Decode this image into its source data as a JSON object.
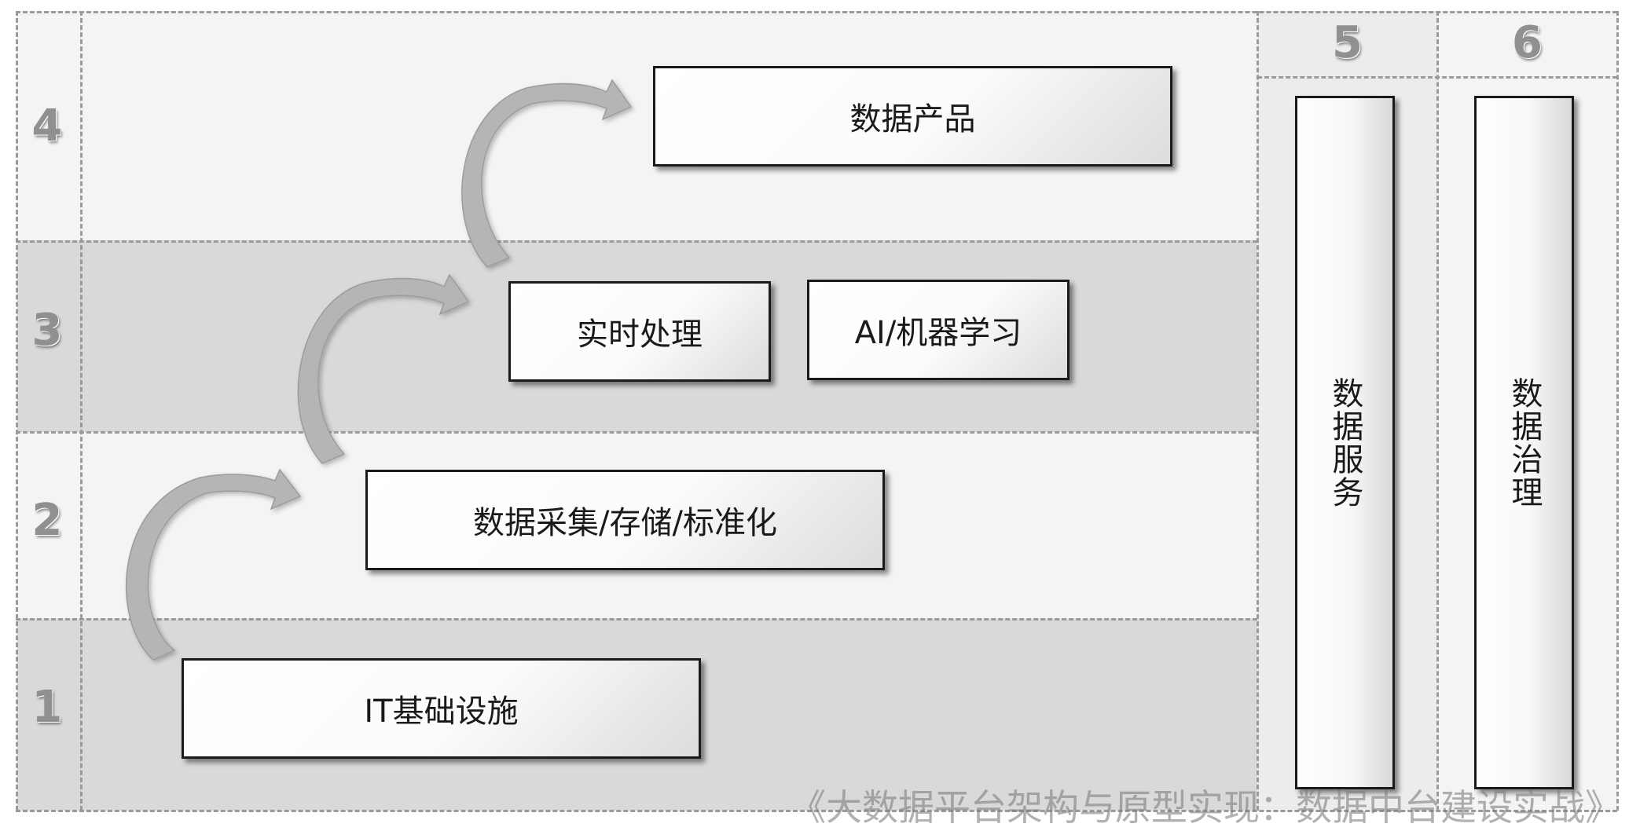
{
  "levels": [
    "1",
    "2",
    "3",
    "4"
  ],
  "columns": [
    "5",
    "6"
  ],
  "boxes": {
    "it_infrastructure": "IT基础设施",
    "data_collection": "数据采集/存储/标准化",
    "realtime_processing": "实时处理",
    "ai_ml": "AI/机器学习",
    "data_product": "数据产品",
    "data_service": "数据服务",
    "data_governance": "数据治理"
  },
  "watermark": "《大数据平台架构与原型实现：数据中台建设实战》"
}
